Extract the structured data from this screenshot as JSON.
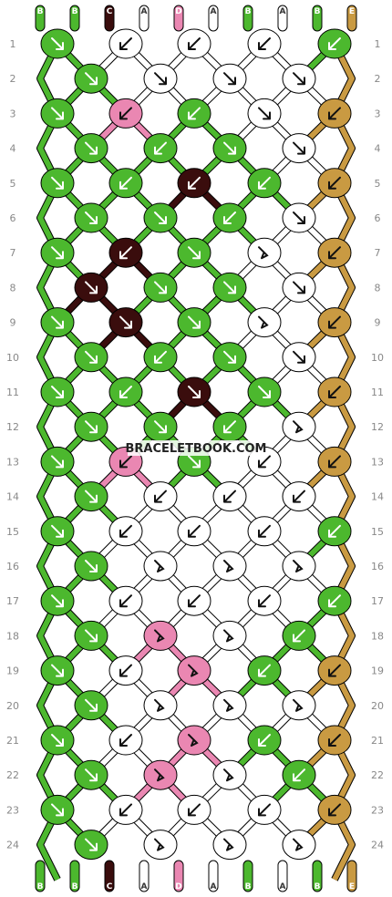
{
  "site": {
    "watermark": "BRACELETBOOK.COM"
  },
  "colors": {
    "A": "#ffffff",
    "B": "#4cb82e",
    "C": "#3a0d0d",
    "D": "#ea87b2",
    "E": "#c99a42"
  },
  "strand_labels_top": [
    "B",
    "B",
    "C",
    "A",
    "D",
    "A",
    "B",
    "A",
    "B",
    "E"
  ],
  "strand_labels_bottom": [
    "B",
    "B",
    "C",
    "A",
    "D",
    "A",
    "B",
    "A",
    "B",
    "E"
  ],
  "rows": [
    "1",
    "2",
    "3",
    "4",
    "5",
    "6",
    "7",
    "8",
    "9",
    "10",
    "11",
    "12",
    "13",
    "14",
    "15",
    "16",
    "17",
    "18",
    "19",
    "20",
    "21",
    "22",
    "23",
    "24"
  ],
  "knots": [
    [
      "B:f",
      "A:b",
      "A:b",
      "A:b",
      "B:b"
    ],
    [
      "B:f",
      "A:f",
      "A:f",
      "A:f"
    ],
    [
      "B:f",
      "D:b",
      "B:b",
      "A:f",
      "E:b"
    ],
    [
      "B:f",
      "B:b",
      "B:f",
      "A:f"
    ],
    [
      "B:f",
      "B:b",
      "C:b",
      "B:b",
      "E:b"
    ],
    [
      "B:f",
      "B:f",
      "B:b",
      "A:f"
    ],
    [
      "B:f",
      "C:b",
      "B:f",
      "A:fb",
      "E:b"
    ],
    [
      "C:f",
      "B:f",
      "B:f",
      "A:f"
    ],
    [
      "B:f",
      "C:f",
      "B:f",
      "A:fb",
      "E:b"
    ],
    [
      "B:f",
      "B:b",
      "B:f",
      "A:f"
    ],
    [
      "B:f",
      "B:b",
      "C:f",
      "B:f",
      "E:b"
    ],
    [
      "B:f",
      "B:f",
      "B:b",
      "A:fb"
    ],
    [
      "B:f",
      "D:b",
      "B:f",
      "A:b",
      "E:b"
    ],
    [
      "B:f",
      "A:b",
      "A:b",
      "A:b"
    ],
    [
      "B:f",
      "A:b",
      "A:b",
      "A:b",
      "B:b"
    ],
    [
      "B:f",
      "A:fb",
      "A:fb",
      "A:fb"
    ],
    [
      "B:f",
      "A:b",
      "A:b",
      "A:b",
      "B:b"
    ],
    [
      "B:f",
      "D:fb",
      "A:fb",
      "B:b"
    ],
    [
      "B:f",
      "A:b",
      "D:fb",
      "B:b",
      "E:b"
    ],
    [
      "B:f",
      "A:fb",
      "A:fb",
      "A:fb"
    ],
    [
      "B:f",
      "A:b",
      "D:fb",
      "B:b",
      "E:b"
    ],
    [
      "B:f",
      "D:fb",
      "A:fb",
      "B:b"
    ],
    [
      "B:f",
      "A:b",
      "A:b",
      "A:b",
      "E:b"
    ],
    [
      "B:f",
      "A:fb",
      "A:fb",
      "A:fb"
    ]
  ]
}
